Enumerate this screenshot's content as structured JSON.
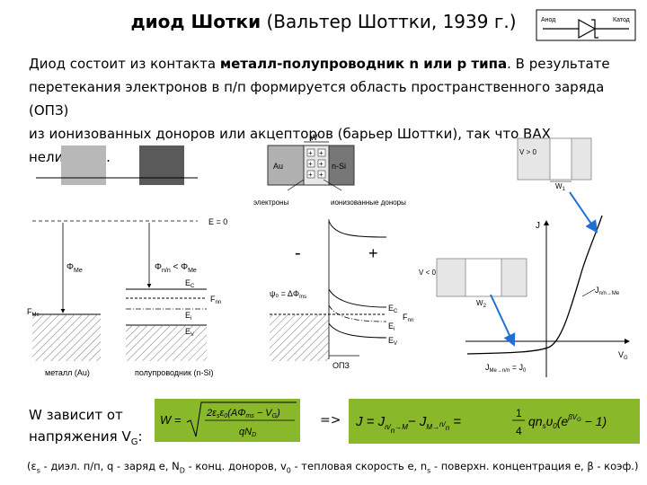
{
  "title": {
    "bold": "диод Шотки",
    "rest": " (Вальтер Шоттки, 1939 г.)"
  },
  "logo": {
    "anode": "Анод",
    "cathode": "Катод"
  },
  "paragraph": {
    "l1a": "Диод состоит из контакта ",
    "l1b": "металл-полупроводник n или р типа",
    "l1c": ". В результате",
    "l2": "перетекания электронов в п/п формируется область пространственного заряда (ОПЗ)",
    "l3": "из ионизованных доноров или акцепторов  (барьер Шоттки), так что ВАХ нелинейна."
  },
  "diagram": {
    "W": "W",
    "Au": "Au",
    "nSi": "n-Si",
    "electrons": "электроны",
    "donors": "ионизованные доноры",
    "E0": "E = 0",
    "phiMe": "Φ",
    "phiMeSub": "Me",
    "phiCmp": "Φ",
    "phiCmpSub1": "n/n",
    "phiCmpMid": " < Φ",
    "phiCmpSub2": "Me",
    "Ec": "E",
    "EcSub": "C",
    "Fnn": "F",
    "FnnSub": "nn",
    "Ei": "E",
    "EiSub": "i",
    "Ev": "E",
    "EvSub": "V",
    "FMe": "F",
    "FMeSub": "Me",
    "minus": "-",
    "plus": "+",
    "psi": "ψ",
    "psiRest": "₀ = ΔΦ",
    "psiSub": "ms",
    "Ec2": "E",
    "Ec2Sub": "C",
    "Fnn2": "F",
    "Fnn2Sub": "nn",
    "Ei2": "E",
    "Ei2Sub": "i",
    "Ev2": "E",
    "Ev2Sub": "V",
    "metalLabel": "металл (Au)",
    "semiLabel": "полупроводник (n-Si)",
    "opz": "ОПЗ",
    "VgPos": "V",
    "VgPosRest": " > 0",
    "VgNeg": "V",
    "VgNegRest": " < 0",
    "W1": "W",
    "W1Sub": "1",
    "W2": "W",
    "W2Sub": "2",
    "J": "J",
    "Jnn": "J",
    "JnnSub": "n/n→Me",
    "JMe": "J",
    "JMeSub": "Me→n/n",
    "JMeRest": " = J",
    "JMeSub2": "0",
    "VG": "V",
    "VGSub": "G"
  },
  "w_depends": {
    "line1": "W зависит от",
    "line2a": "напряжения V",
    "line2sub": "G",
    "line2b": ":"
  },
  "formula_w": {
    "lhs": "W =",
    "num": "2ε",
    "den": "qN"
  },
  "implies": "=>",
  "formula_j": {
    "text": "J = J",
    "mid": "− J",
    "frac_num": "1",
    "frac_den": "4",
    "rest": "qn",
    "tail": "υ",
    "tail2": "(e",
    "tail3": " − 1)"
  },
  "footnote": {
    "text": "(ε",
    "rest": " - диэл. п/п, q - заряд е, N",
    "rest2": " - конц. доноров, v",
    "rest3": " - тепловая скорость е, n",
    "rest4": " - поверхн. концентрация е,  β - коэф.)"
  },
  "colors": {
    "formula_bg": "#8ab82b",
    "metal_dark": "#5a5a5a",
    "metal_light": "#b8b8b8",
    "curve_arrow": "#1f6fd6"
  }
}
